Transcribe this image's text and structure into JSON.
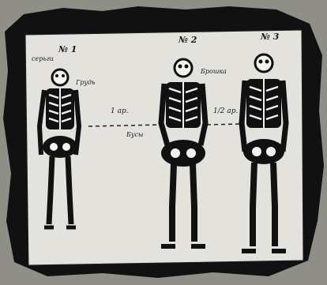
{
  "figure": {
    "skeletons": [
      {
        "number": "№ 1",
        "side_label": "Грудь",
        "top_label": "серьги"
      },
      {
        "number": "№ 2",
        "side_label": "Брошка",
        "pelvis_label": "Бусы"
      },
      {
        "number": "№ 3"
      }
    ],
    "distance_left": "1 ар.",
    "distance_right": "1/2 ар.",
    "colors": {
      "background": "#8f8f88",
      "frame": "#111111",
      "paper": "#e4e2dc",
      "bone": "#f3f2ee"
    }
  }
}
